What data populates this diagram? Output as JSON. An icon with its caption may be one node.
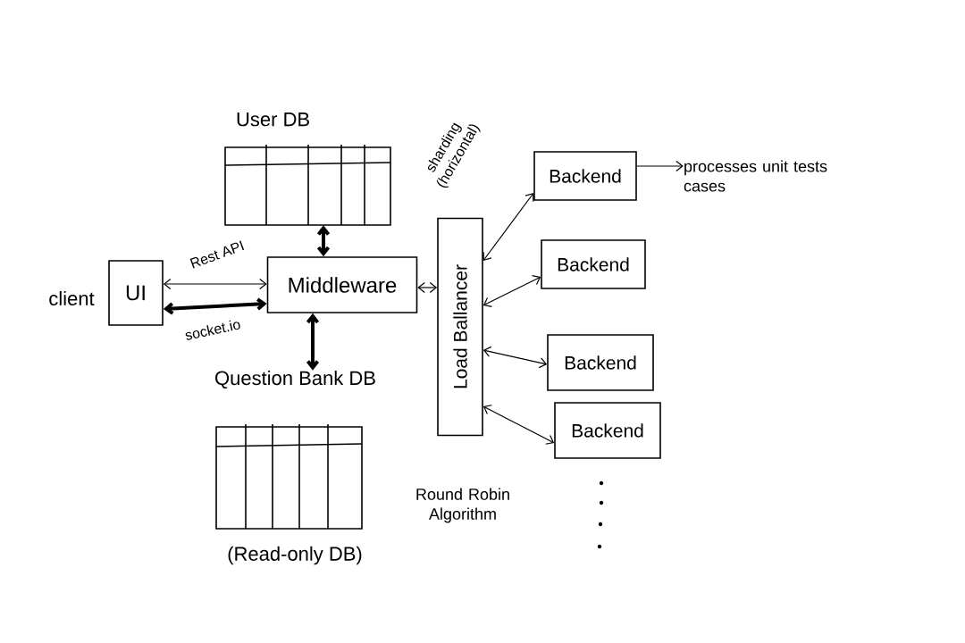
{
  "diagram": {
    "nodes": [
      {
        "text": [
          "UI"
        ],
        "beside": [
          "client"
        ]
      },
      {
        "text": [
          "User DB"
        ],
        "beside": [
          "sharding (horizontal)"
        ]
      },
      {
        "text": [
          "Middleware"
        ]
      },
      {
        "text": [
          "Question Bank DB"
        ],
        "beside": [
          "(Read-only DB)"
        ]
      },
      {
        "text": [
          "Load Ballancer"
        ]
      },
      {
        "text": [
          "Backend"
        ]
      },
      {
        "text": [
          "Backend"
        ]
      },
      {
        "text": [
          "Backend"
        ]
      },
      {
        "text": [
          "Backend"
        ]
      },
      {
        "text": [
          "processes unit tests cases"
        ]
      }
    ],
    "edges": [
      {
        "from": 0,
        "to": 2,
        "arrow": "both",
        "label": "Rest API"
      },
      {
        "from": 0,
        "to": 2,
        "arrow": "both",
        "label": "socket.io",
        "style": "thick"
      },
      {
        "from": 1,
        "to": 2,
        "arrow": "both",
        "style": "thick"
      },
      {
        "from": 2,
        "to": 3,
        "arrow": "both",
        "style": "thick"
      },
      {
        "from": 2,
        "to": 4,
        "arrow": "both"
      },
      {
        "from": 4,
        "to": 5,
        "arrow": "both"
      },
      {
        "from": 4,
        "to": 6,
        "arrow": "both"
      },
      {
        "from": 4,
        "to": 7,
        "arrow": "both"
      },
      {
        "from": 4,
        "to": 8,
        "arrow": "both"
      },
      {
        "from": 5,
        "to": 9,
        "arrow": "to"
      }
    ],
    "labels": [
      "Round Robin Algorithm"
    ]
  }
}
